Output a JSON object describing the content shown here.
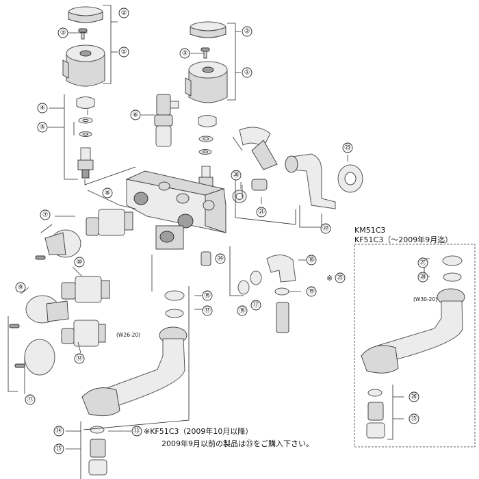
{
  "callouts": [
    "①",
    "②",
    "③",
    "④",
    "⑤",
    "⑥",
    "⑦",
    "⑧",
    "⑨",
    "⑩",
    "⑪",
    "⑫",
    "⑬",
    "⑭",
    "⑮",
    "⑯",
    "⑰",
    "⑱",
    "⑲",
    "⑳",
    "㉑",
    "㉒",
    "㉓",
    "㉔",
    "㉕",
    "㉖",
    "㉗",
    "㉘"
  ],
  "labels": {
    "model_km": "KM51C3",
    "model_kf": "KF51C3（～2009年9月迄）",
    "size_w30": "(W30-20)",
    "size_w26": "(W26-20)",
    "note_asterisk": "※",
    "note_line1": "※KF51C3（2009年10月以降）",
    "note_line2": "2009年9月以前の製品は㉕をご購入下さい。"
  },
  "colors": {
    "metal": "#d9d9d9",
    "outline": "#444444",
    "background": "#ffffff"
  }
}
